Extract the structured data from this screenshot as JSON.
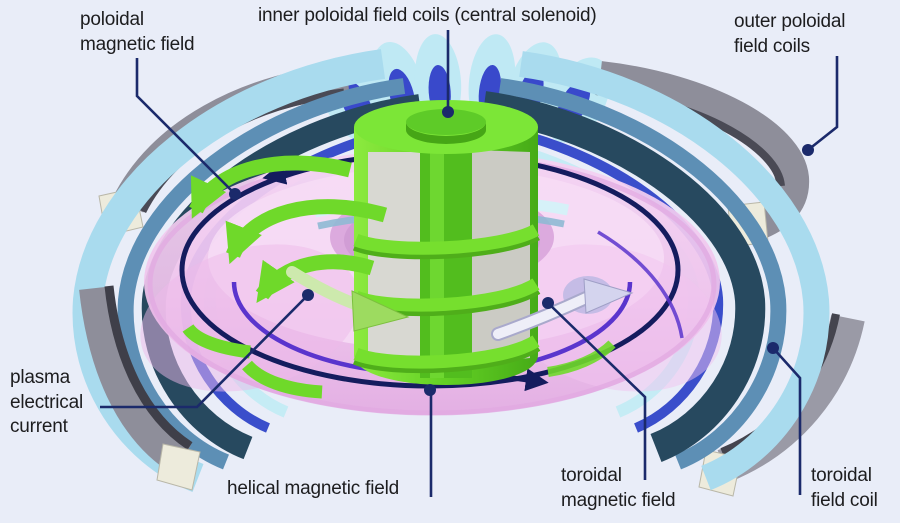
{
  "diagram": {
    "subject": "tokamak fusion reactor magnetic confinement schematic",
    "labels": {
      "poloidal_magnetic_field": "poloidal\nmagnetic field",
      "inner_poloidal_field_coils": "inner poloidal field coils (central solenoid)",
      "outer_poloidal_field_coils": "outer poloidal\nfield coils",
      "plasma_electrical_current": "plasma\nelectrical\ncurrent",
      "helical_magnetic_field": "helical magnetic field",
      "toroidal_magnetic_field": "toroidal\nmagnetic field",
      "toroidal_field_coil": "toroidal\nfield coil"
    },
    "colors": {
      "background": "#e9edf8",
      "plasma_pink": "#f0c6ee",
      "plasma_highlight": "#f7ddf6",
      "coil_light_blue": "#a9dbee",
      "coil_pale_cyan": "#c5ecf5",
      "coil_steel_blue": "#5d8fb5",
      "coil_dark_slate": "#27495f",
      "coil_royal_blue": "#3a4ecb",
      "solenoid_green": "#6fd92a",
      "outer_coil_gray": "#8e8e9a",
      "coil_end_cream": "#edebdc",
      "plasma_current_navy": "#141c5e",
      "helix_purple": "#5a35cd",
      "connector_navy": "#1b2a6b",
      "label_text": "#1d1d1f",
      "field_tube_white": "#e8e8f4",
      "plasma_arrow_pale_green": "#cde9ad"
    }
  }
}
